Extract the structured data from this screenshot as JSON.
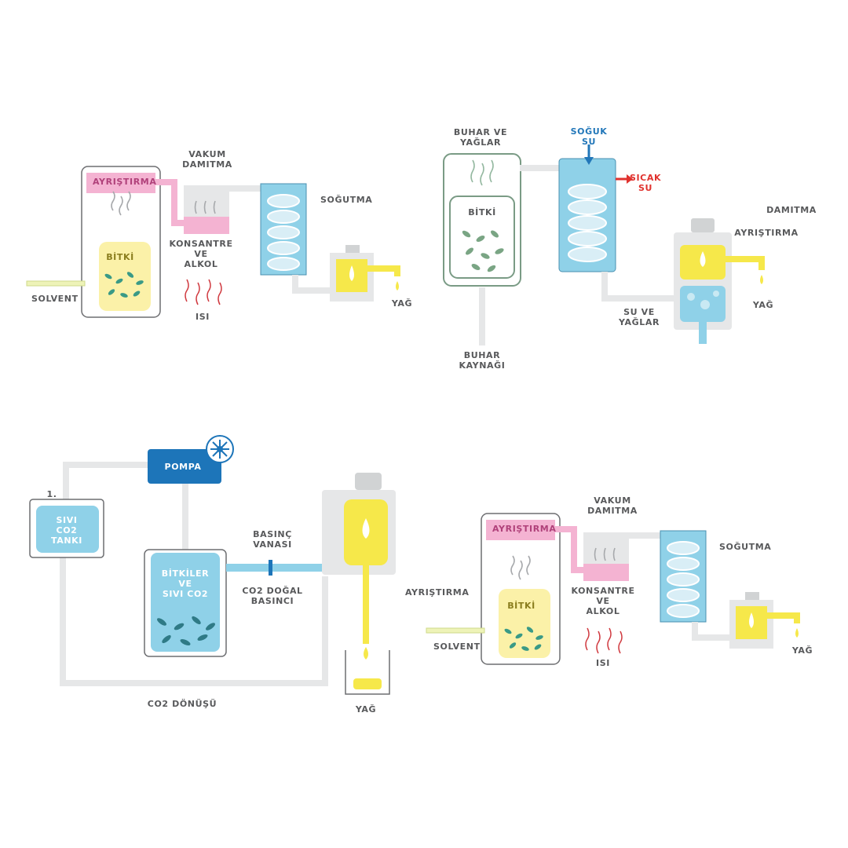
{
  "panel_solvent_top": {
    "separation": "AYRIŞTIRMA",
    "vacuum_line1": "VAKUM",
    "vacuum_line2": "DAMITMA",
    "cooling": "SOĞUTMA",
    "plant": "BİTKİ",
    "solvent": "SOLVENT",
    "concentrate_line1": "KONSANTRE",
    "concentrate_line2": "VE",
    "concentrate_line3": "ALKOL",
    "heat": "ISI",
    "oil": "YAĞ"
  },
  "panel_steam": {
    "steam_oils_line1": "BUHAR VE",
    "steam_oils_line2": "YAĞLAR",
    "cold_water_line1": "SOĞUK",
    "cold_water_line2": "SU",
    "hot_water_line1": "SICAK",
    "hot_water_line2": "SU",
    "plant": "BİTKİ",
    "distillation": "DAMITMA",
    "separation": "AYRIŞTIRMA",
    "oil": "YAĞ",
    "water_oils_line1": "SU VE",
    "water_oils_line2": "YAĞLAR",
    "steam_source_line1": "BUHAR",
    "steam_source_line2": "KAYNAĞI"
  },
  "panel_co2": {
    "step": "1.",
    "pump": "POMPA",
    "tank_line1": "SIVI",
    "tank_line2": "CO2",
    "tank_line3": "TANKI",
    "plants_line1": "BİTKİLER",
    "plants_line2": "VE",
    "plants_line3": "SIVI CO2",
    "valve_line1": "BASINÇ",
    "valve_line2": "VANASI",
    "natural_line1": "CO2 DOĞAL",
    "natural_line2": "BASINCI",
    "separation": "AYRIŞTIRMA",
    "oil": "YAĞ",
    "return": "CO2 DÖNÜŞÜ"
  },
  "panel_solvent_bottom": {
    "separation": "AYRIŞTIRMA",
    "vacuum_line1": "VAKUM",
    "vacuum_line2": "DAMITMA",
    "cooling": "SOĞUTMA",
    "plant": "BİTKİ",
    "solvent": "SOLVENT",
    "concentrate_line1": "KONSANTRE",
    "concentrate_line2": "VE",
    "concentrate_line3": "ALKOL",
    "heat": "ISI",
    "oil": "YAĞ"
  },
  "colors": {
    "pink": "#f4b3d2",
    "yellow": "#f6e84a",
    "cooling_blue": "#8fd1e8",
    "pump_blue": "#1d75b9",
    "green_outline": "#7a9b85",
    "heat_red": "#d0393f"
  }
}
